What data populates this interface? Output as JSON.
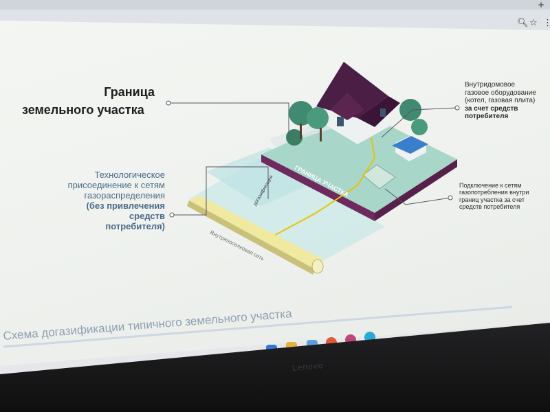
{
  "slide": {
    "title_line1": "Граница",
    "title_line2": "земельного участка",
    "left_line1": "Технологическое",
    "left_line2": "присоединение к сетям",
    "left_line3": "газораспределения",
    "left_line4": "(без привлечения средств",
    "left_line5": "потребителя)",
    "right_top_line1": "Внутридомовое",
    "right_top_line2": "газовое оборудование",
    "right_top_line3": "(котел, газовая плита)",
    "right_top_line4": "за счет средств",
    "right_top_line5": "потребителя",
    "right_mid_line1": "Подключение к сетям",
    "right_mid_line2": "газопотребления внутри",
    "right_mid_line3": "границ участка за счет",
    "right_mid_line4": "средств потребителя",
    "border_label": "ГРАНИЦА УЧАСТКА",
    "dogaz_label": "догазификация",
    "pipe_label": "Внутрипоселковая сеть",
    "caption": "Схема догазификации типичного земельного участка"
  },
  "browser": {
    "tab_plus": "+",
    "search_icon": "search-icon",
    "star_icon": "star-icon",
    "menu_icon": "more-icon"
  },
  "laptop": {
    "brand": "Lenovo"
  },
  "colors": {
    "accent_bar": "#6e2a5c",
    "house_roof": "#4a1e45",
    "lawn": "#9fd0c4",
    "gas_line": "#e8c400",
    "water_panel": "#b9e0e3"
  }
}
